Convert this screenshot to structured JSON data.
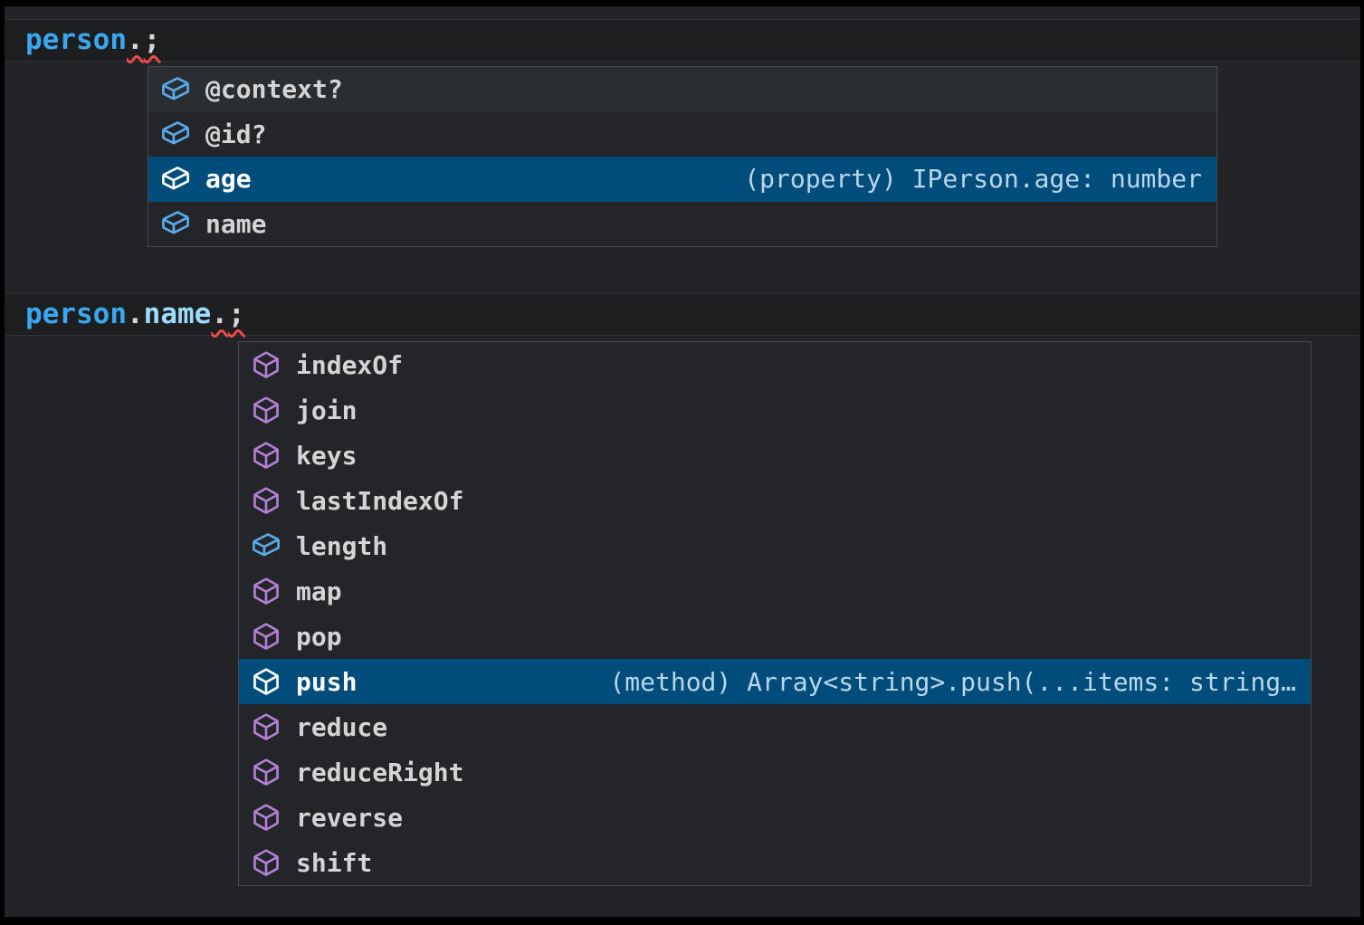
{
  "colors": {
    "frame": "#000000",
    "page_bg": "#232428",
    "code_band_bg": "#1d1e20",
    "code_band_border": "#2e3033",
    "widget_bg": "#242528",
    "widget_border": "#47484a",
    "row_hover_bg": "#2b2e31",
    "selection_bg": "#004d7c",
    "field_icon": "#58abea",
    "method_icon": "#b480d6",
    "variable_color": "#3aa7f2",
    "property_color": "#9cdcfe",
    "punctuation_color": "#d6d6d6",
    "squiggle_color": "#f14c4c",
    "label_color": "#d4d4d4",
    "selected_label_color": "#ffffff",
    "detail_color": "#b9d6ea"
  },
  "code_lines": [
    {
      "tokens": [
        {
          "text": "person",
          "type": "variable",
          "error": false
        },
        {
          "text": ".",
          "type": "punctuation",
          "error": true
        },
        {
          "text": ";",
          "type": "punctuation",
          "error": true
        }
      ]
    },
    {
      "tokens": [
        {
          "text": "person",
          "type": "variable",
          "error": false
        },
        {
          "text": ".",
          "type": "punctuation",
          "error": false
        },
        {
          "text": "name",
          "type": "property",
          "error": false
        },
        {
          "text": ".",
          "type": "punctuation",
          "error": true
        },
        {
          "text": ";",
          "type": "punctuation",
          "error": true
        }
      ]
    }
  ],
  "suggest_widgets": [
    {
      "context": "person.",
      "items": [
        {
          "label": "@context?",
          "kind": "field",
          "hovered": true
        },
        {
          "label": "@id?",
          "kind": "field"
        },
        {
          "label": "age",
          "kind": "field",
          "selected": true,
          "detail": "(property) IPerson.age: number"
        },
        {
          "label": "name",
          "kind": "field"
        }
      ]
    },
    {
      "context": "person.name.",
      "items": [
        {
          "label": "indexOf",
          "kind": "method"
        },
        {
          "label": "join",
          "kind": "method"
        },
        {
          "label": "keys",
          "kind": "method"
        },
        {
          "label": "lastIndexOf",
          "kind": "method"
        },
        {
          "label": "length",
          "kind": "field"
        },
        {
          "label": "map",
          "kind": "method"
        },
        {
          "label": "pop",
          "kind": "method"
        },
        {
          "label": "push",
          "kind": "method",
          "selected": true,
          "detail": "(method) Array<string>.push(...items: string…"
        },
        {
          "label": "reduce",
          "kind": "method"
        },
        {
          "label": "reduceRight",
          "kind": "method"
        },
        {
          "label": "reverse",
          "kind": "method"
        },
        {
          "label": "shift",
          "kind": "method"
        }
      ]
    }
  ]
}
